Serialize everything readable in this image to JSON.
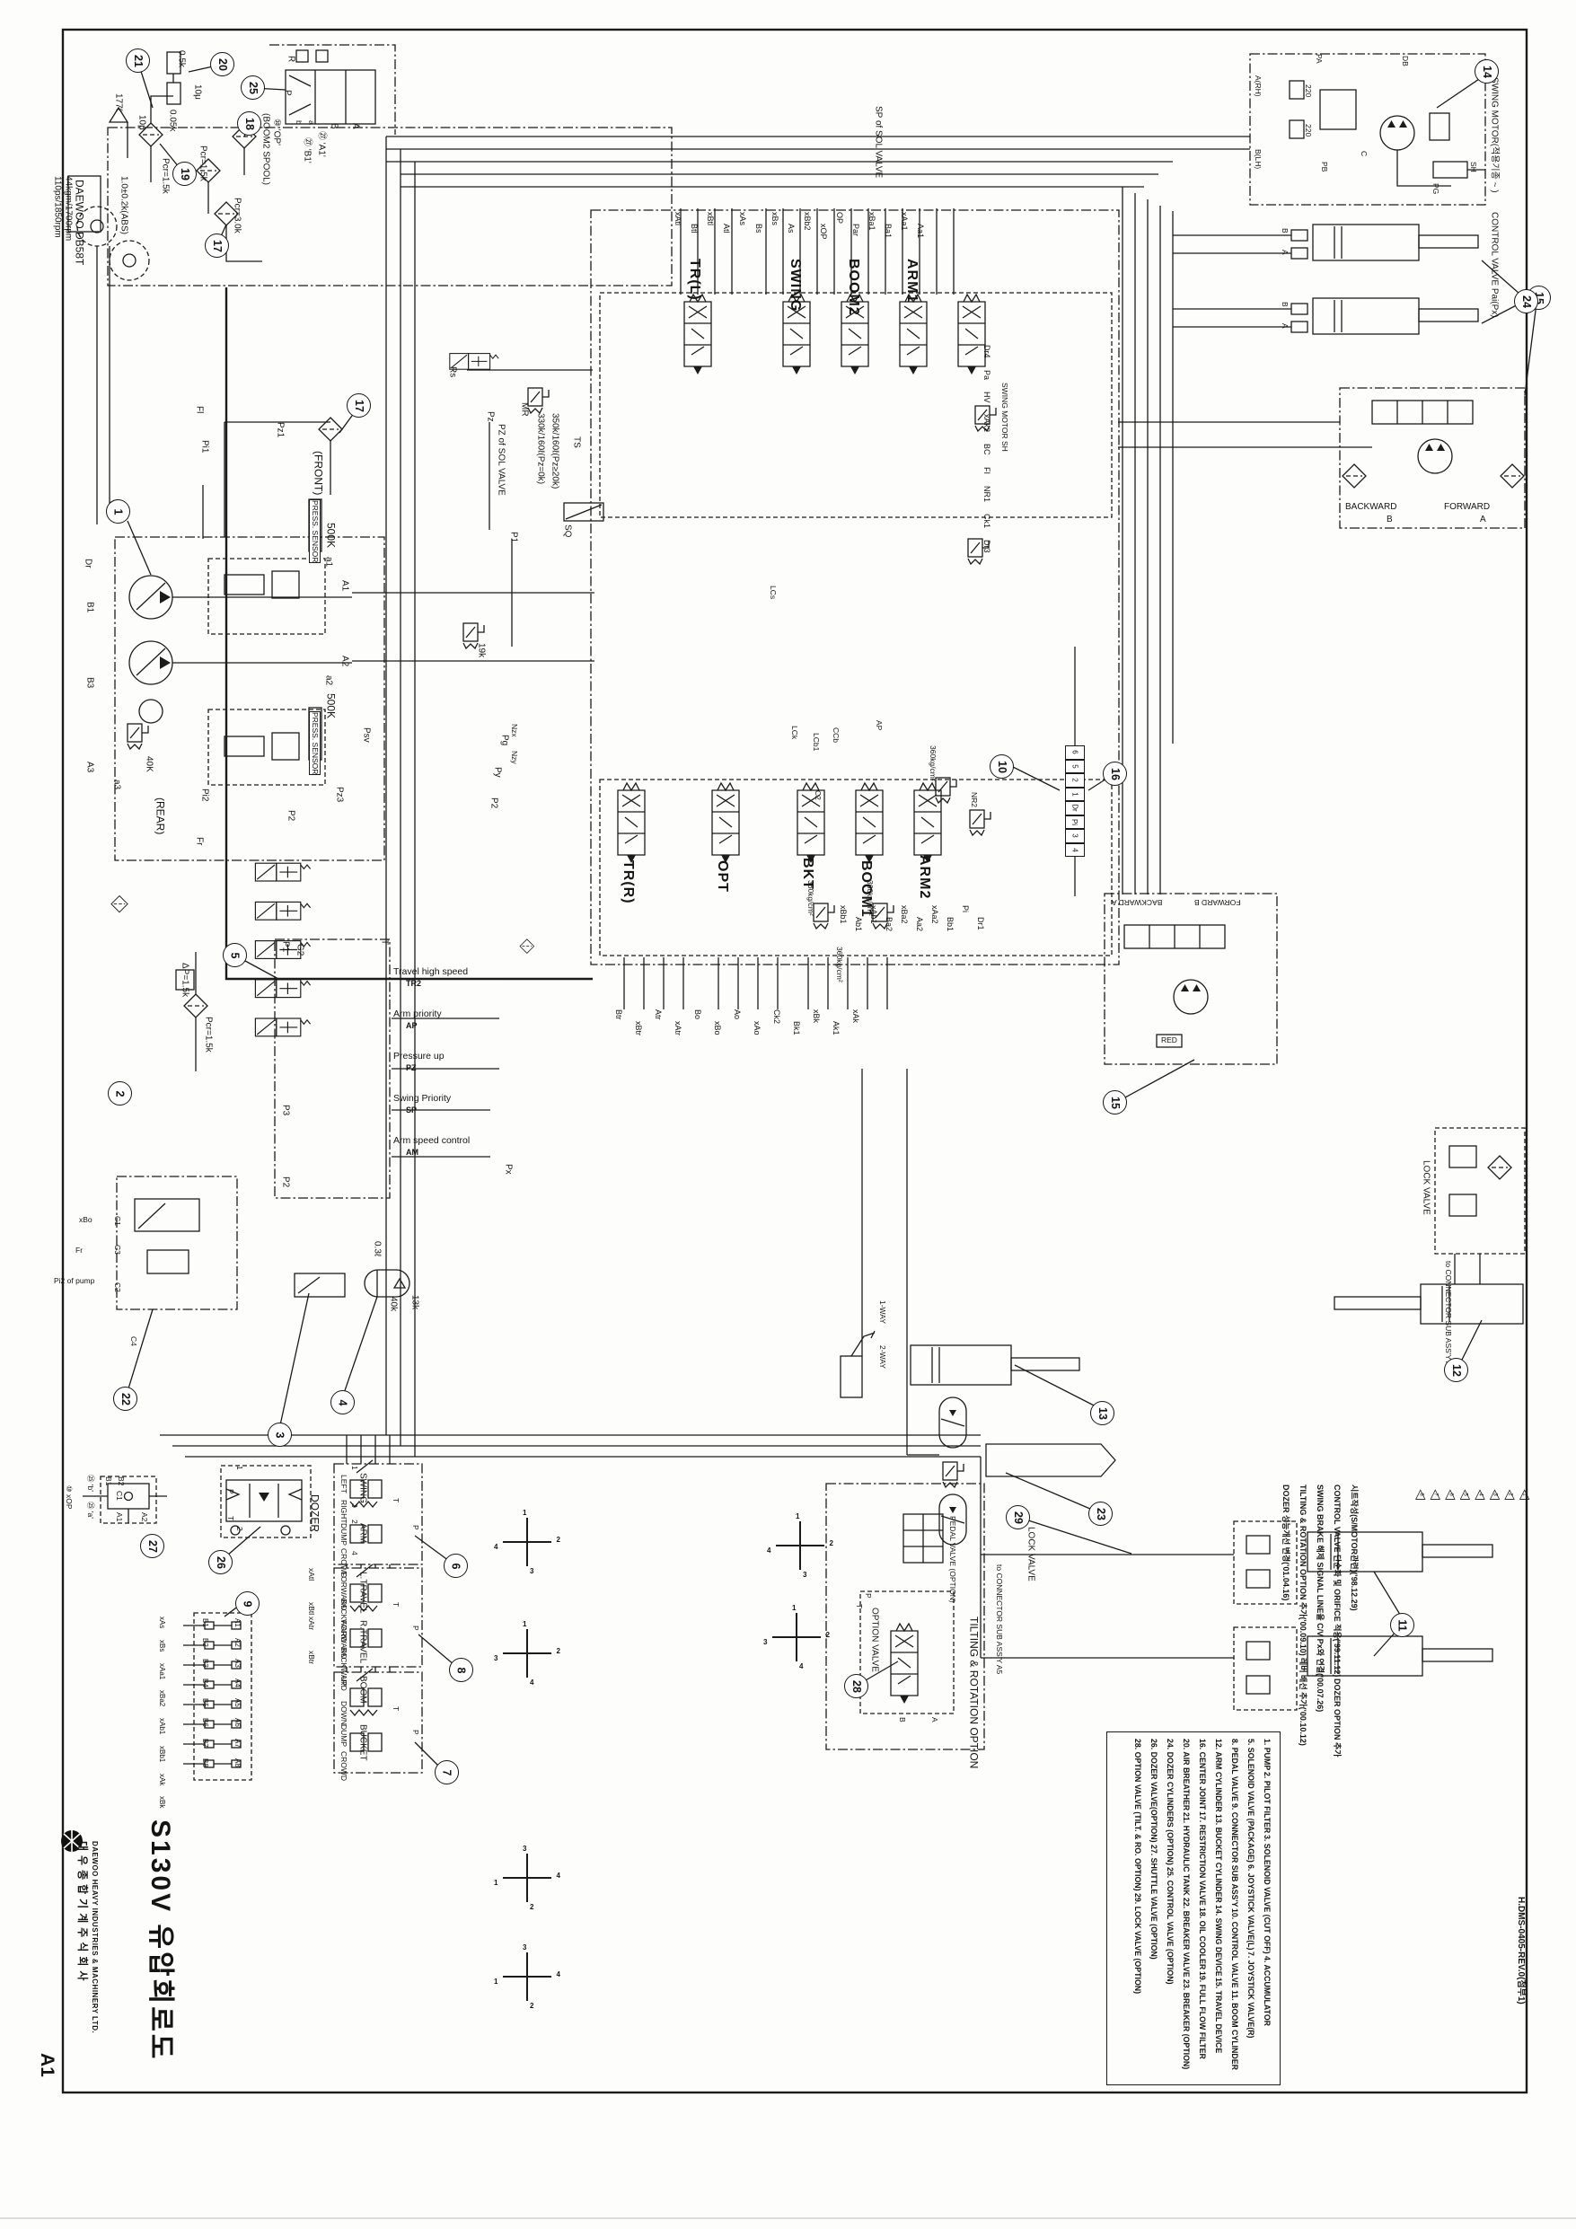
{
  "sheet": {
    "size": "A1",
    "doc_no": "H.DMS-0405-REV.0(첨부1)"
  },
  "title_block": {
    "title": "S130V 유압회로도",
    "company_kr": "대우종합기계주식회사",
    "company_en": "DAEWOO HEAVY INDUSTRIES & MACHINERY LTD."
  },
  "engine": {
    "name": "DAEWOO DB58T",
    "spec1": "110ps/1850rpm",
    "spec2": "44kgm/1700rpm"
  },
  "callouts": {
    "c1": "1",
    "c2": "2",
    "c3": "3",
    "c4": "4",
    "c5": "5",
    "c6": "6",
    "c7": "7",
    "c8": "8",
    "c9": "9",
    "c10": "10",
    "c11": "11",
    "c12": "12",
    "c13": "13",
    "c14": "14",
    "c15a": "15",
    "c15b": "15",
    "c16": "16",
    "c17a": "17",
    "c17b": "17",
    "c18": "18",
    "c19": "19",
    "c20": "20",
    "c21": "21",
    "c22": "22",
    "c23": "23",
    "c24": "24",
    "c25": "25",
    "c26": "26",
    "c27": "27",
    "c28": "28",
    "c29": "29"
  },
  "parts_list": {
    "items": [
      "1. PUMP",
      "2. PILOT FILTER",
      "3. SOLENOID VALVE (CUT OFF)",
      "4. ACCUMULATOR",
      "5. SOLENOID VALVE (PACKAGE)",
      "6. JOYSTICK VALVE(L)",
      "7. JOYSTICK VALVE(R)",
      "8. PEDAL VALVE",
      "9. CONNECTOR SUB ASS'Y",
      "10. CONTROL VALVE",
      "11. BOOM CYLINDER",
      "12. ARM CYLINDER",
      "13. BUCKET CYLINDER",
      "14. SWING DEVICE",
      "15. TRAVEL DEVICE",
      "16. CENTER JOINT",
      "17. RESTRICTION VALVE",
      "18. OIL COOLER",
      "19. FULL FLOW FILTER",
      "20. AIR BREATHER",
      "21. HYDRAULIC TANK",
      "22. BREAKER VALVE",
      "23. BREAKER (OPTION)",
      "24. DOZER CYLINDERS (OPTION)",
      "25. CONTROL VALVE (OPTION)",
      "26. DOZER VALVE(OPTION)",
      "27. SHUTTLE VALVE (OPTION)",
      "28. OPTION VALVE (TILT. & RO. OPTION)",
      "29. LOCK VALVE (OPTION)"
    ]
  },
  "revisions": {
    "notes": [
      "시트작성(S/MOTOR관련)('98.12.29)",
      "CONTROL VALVE 단순화 및 ORIFICE 적용('99.11.12)",
      "DOZER OPTION 추가",
      "SWING BRAKE 해제 SIGNAL LINE을 C/V Px와 연결('00.07.26)",
      "TILTING & ROTATION OPTION 추가('00.09.10)",
      "레버 배선 추가('00.10.12)",
      "DOZER 성능개선 변경('01.04.16)"
    ],
    "flags": [
      "1",
      "2",
      "3",
      "4",
      "5",
      "6",
      "7",
      "8"
    ]
  },
  "cv": {
    "top_ports": [
      "xAtl",
      "Btl",
      "xBtl",
      "Atl",
      "xAs",
      "Bs",
      "xBs",
      "As",
      "xBb2",
      "xOP",
      "OP",
      "Par",
      "xBa1",
      "Ba1",
      "xAa1",
      "Aa1"
    ],
    "bottom_ports": [
      "Btr",
      "xBtr",
      "Atr",
      "xAtr",
      "Bo",
      "xBo",
      "Ao",
      "xAo",
      "Ck2",
      "Bk1",
      "xBk",
      "Ak1",
      "xAk"
    ],
    "mid_ports": [
      "xBb1",
      "Ab1",
      "xAb1",
      "Ba2",
      "xBa2",
      "Aa2",
      "xAa2",
      "Bb1",
      "Pi",
      "Dr1"
    ],
    "right_labels": [
      "Dr4",
      "Pa",
      "HV",
      "xAk2",
      "BC",
      "FI",
      "NR1",
      "Ck1",
      "Dr3"
    ]
  },
  "center_joint": {
    "ports": [
      "6",
      "5",
      "2",
      "1",
      "Dr",
      "Pi",
      "3",
      "4"
    ]
  },
  "connector": {
    "pins_b": [
      "B1",
      "B2",
      "B3",
      "B4",
      "B5",
      "B6",
      "B7",
      "B8"
    ],
    "pins_a": [
      "A1",
      "A2",
      "A3",
      "A4",
      "A5",
      "A6",
      "A7",
      "A8"
    ],
    "signals": [
      "xAs",
      "xBs",
      "xAa1",
      "xBa2",
      "xAb1",
      "xBb1",
      "xAk",
      "xBk"
    ]
  },
  "solenoid_block": {
    "functions": [
      {
        "f": "Travel high speed",
        "p": "TR2"
      },
      {
        "f": "Arm priority",
        "p": "AP"
      },
      {
        "f": "Pressure up",
        "p": "PZ"
      },
      {
        "f": "Swing Priority",
        "p": "SP"
      },
      {
        "f": "Arm speed control",
        "p": "AM"
      }
    ]
  },
  "crosses": {
    "c1": {
      "t": "1",
      "r": "2",
      "b": "3",
      "l": "4"
    },
    "c2": {
      "t": "1",
      "r": "2",
      "b": "4",
      "l": "3"
    },
    "c3": {
      "t": "1",
      "r": "2",
      "b": "3",
      "l": "4"
    },
    "c4": {
      "t": "1",
      "r": "2",
      "b": "4",
      "l": "3"
    },
    "c5": {
      "t": "3",
      "r": "4",
      "b": "2",
      "l": "1"
    },
    "c6": {
      "t": "3",
      "r": "4",
      "b": "2",
      "l": "1"
    }
  },
  "labels": {
    "l_05k": "0.5k",
    "l_10u_a": "10μ",
    "l_005k": "0.05k",
    "l_177": "177ℓ",
    "l_10u_b": "10μ",
    "l_pcr15a": "Pcr=1.5k",
    "l_abs": "1.0±0.2k(ABS)",
    "l_pcr15b": "Pcr=1.5k",
    "l_pcr30": "Pcr=3.0k",
    "l_r": "R",
    "l_p": "P",
    "l_b": "b",
    "l_a": "a",
    "l_B": "B",
    "l_A": "A",
    "l_boom2spool": "(BOOM2 SPOOL)",
    "ref_op": "⑩ 'OP'",
    "ref_27a1": "㉗ 'A1'",
    "ref_27b1": "㉗ 'B1'",
    "l_spsol": "SP of SOL VALVE",
    "l_fl": "Fl",
    "l_pi1": "Pi1",
    "l_pz1": "Pz1",
    "l_front": "(FRONT)",
    "l_500k1": "500K",
    "l_ps1": "PRESS. SENSOR",
    "l_a1s": "a1",
    "l_A1": "A1",
    "l_dr": "Dr",
    "l_B1": "B1",
    "l_B3": "B3",
    "l_A3": "A3",
    "l_a3s": "a3",
    "l_40k": "40K",
    "l_rear": "(REAR)",
    "l_A2": "A2",
    "l_a2s": "a2",
    "l_500k2": "500K",
    "l_ps2": "PRESS. SENSOR",
    "l_psv": "Psv",
    "l_pz3": "Pz3",
    "l_P2p": "P2",
    "l_pi2": "Pi2",
    "l_fr": "Fr",
    "l_dp15": "ΔP=1.5k",
    "l_pcr15c": "Pcr=1.5k",
    "l_p1s": "P1",
    "l_g2": "G2",
    "l_ts": "T",
    "l_p3": "P3",
    "l_p2s": "P2",
    "l_xbo22": "xBo",
    "l_c1": "C1",
    "l_fr22": "Fr",
    "l_c3": "C3",
    "l_pi2p": "Pi2 of pump",
    "l_c2": "C2",
    "l_c4": "C4",
    "l_03l": "0.3ℓ",
    "l_40k2": "40k",
    "l_13k": "13k",
    "l_rs": "Rs",
    "l_pz": "Pz",
    "l_pzsol": "PZ of SOL VALVE",
    "l_mr": "MR",
    "l_330": "330k/160ℓ(Pz=0k)",
    "l_350": "350k/160ℓ(Pz≥20k)",
    "l_ts2": "TS",
    "l_sq": "SQ",
    "l_P1": "P1",
    "l_19k": "19k",
    "l_pg": "Pg",
    "l_nzx": "Nzx",
    "l_nzy": "Nzy",
    "l_py": "Py",
    "l_P2c": "P2",
    "l_px": "Px",
    "l_lcs": "LCs",
    "l_lck": "LCk",
    "l_lcb1": "LCb1",
    "l_ccb": "CCb",
    "l_ap2": "AP",
    "l_c2c": "C2",
    "l_nr2": "NR2",
    "l_frc": "Fr",
    "l_360a": "360kg/cm²",
    "l_360b": "360kg/cm²",
    "l_360c": "360kg/cm²",
    "l_360d": "360kg/cm²",
    "l_trl": "TR(L)",
    "l_swing": "SWING",
    "l_boom2": "BOOM2",
    "l_arm1": "ARM1",
    "l_trr": "TR(R)",
    "l_opt": "OPT",
    "l_bkt": "BKT",
    "l_boom1": "BOOM1",
    "l_arm2": "ARM2",
    "l_smsh": "SWING MOTOR SH",
    "l_swmotor": "SWING MOTOR(적용기종 ~ )",
    "l_arh": "A(RH)",
    "l_blh": "B(LH)",
    "l_pa": "PA",
    "l_pb": "PB",
    "l_db": "DB",
    "l_c": "C",
    "l_sh": "SH",
    "l_pgm": "PG",
    "l_220a": "220",
    "l_220b": "220",
    "l_cvpai": "CONTROL VALVE Pai(Px)",
    "l_b24a": "B",
    "l_a24a": "A",
    "l_b24b": "B",
    "l_a24b": "A",
    "l_bwd1": "BACKWARD",
    "l_b1t": "B",
    "l_fwd1": "FORWARD",
    "l_a1t": "A",
    "l_bwd2": "BACKWARD  A",
    "l_fwd2": "FORWARD  B",
    "l_red": "RED",
    "l_lockv1": "LOCK VALVE",
    "l_tocon1": "to CONNECTOR SUB ASS'Y A3",
    "l_lockv2": "LOCK VALVE",
    "l_tocon2": "to CONNECTOR SUB ASS'Y A5",
    "l_1way": "1-WAY",
    "l_2way": "2-WAY",
    "l_tilt": "TILTING & ROTATION OPTION",
    "l_optv": "OPTION VALVE",
    "l_pedalopt": "PEDAL VALVE (OPTION)",
    "l_p28": "P",
    "l_t28": "T",
    "l_a28": "A",
    "l_b28": "B",
    "l_dozer": "DOZER",
    "l_p26": "P",
    "l_t26": "T",
    "l_n1_26": "1",
    "l_n2_26": "2",
    "ref_25b": "㉕ 'b'",
    "ref_xop": "⑩ xOP",
    "ref_25a": "㉕ 'a'",
    "l_b1s": "B1",
    "l_b2s": "B2",
    "l_c1s": "C1",
    "l_a1c": "A1",
    "l_a2c": "A2",
    "l_sw6": "SWING",
    "l_left": "LEFT",
    "l_right": "RIGHT",
    "l_n61": "1",
    "l_n63": "3",
    "l_arm6": "ARM",
    "l_dump6": "DUMP",
    "l_crowd6": "CROWD",
    "l_n62": "2",
    "l_n64": "4",
    "l_t6": "T",
    "l_p6": "P",
    "l_ltrav": "L.TRAVEL",
    "l_fwd8a": "FORWARD",
    "l_bwd8a": "BACKWARD",
    "l_rtrav": "R.TRAVEL",
    "l_fwd8b": "FORWARD",
    "l_bwd8b": "BACKWARD",
    "l_xatl": "xAtl",
    "l_xbtl": "xBtl",
    "l_xatr": "xAtr",
    "l_xbtr": "xBtr",
    "l_t8": "T",
    "l_p8": "P",
    "l_boom7": "BOOM",
    "l_up": "UP",
    "l_down": "DOWN",
    "l_bucket7": "BUCKET",
    "l_dump7": "DUMP",
    "l_crowd7": "CROWD",
    "l_t7": "T",
    "l_p7": "P"
  }
}
